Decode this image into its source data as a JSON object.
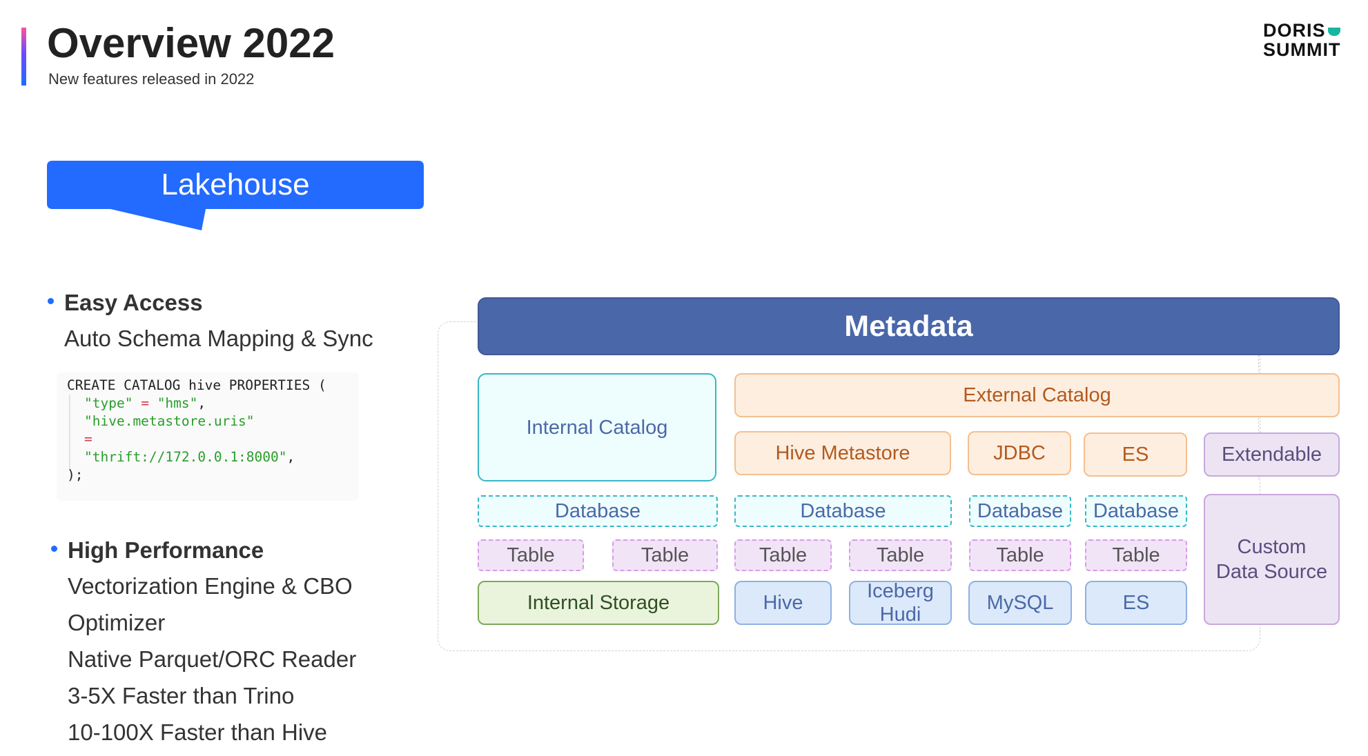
{
  "header": {
    "title": "Overview 2022",
    "subtitle": "New features released in 2022",
    "logo_line1": "DORIS",
    "logo_line2": "SUMMIT",
    "accent_color": "#1e6dff"
  },
  "banner": {
    "label": "Lakehouse",
    "color": "#236afe"
  },
  "sections": [
    {
      "heading": "Easy Access",
      "lines": [
        "Auto Schema Mapping & Sync"
      ]
    },
    {
      "heading": "High Performance",
      "lines": [
        "Vectorization Engine & CBO",
        "Optimizer",
        "Native Parquet/ORC Reader",
        "3-5X Faster than Trino",
        "10-100X Faster than Hive"
      ]
    }
  ],
  "code": {
    "line1": "CREATE CATALOG hive PROPERTIES (",
    "key1": "\"type\"",
    "eq1": " = ",
    "val1": "\"hms\"",
    "comma1": ",",
    "key2": "\"hive.metastore.uris\"",
    "eq2": "=",
    "val2": "\"thrift://172.0.0.1:8000\"",
    "comma2": ",",
    "close": ");"
  },
  "diagram": {
    "metadata": "Metadata",
    "internal_catalog": "Internal Catalog",
    "external_catalog": "External Catalog",
    "sources": [
      "Hive Metastore",
      "JDBC",
      "ES",
      "Extendable"
    ],
    "database": "Database",
    "table": "Table",
    "storage": {
      "internal": "Internal Storage",
      "hive": "Hive",
      "iceberg_line1": "Iceberg",
      "iceberg_line2": "Hudi",
      "mysql": "MySQL",
      "es": "ES"
    },
    "custom_line1": "Custom",
    "custom_line2": "Data Source"
  }
}
